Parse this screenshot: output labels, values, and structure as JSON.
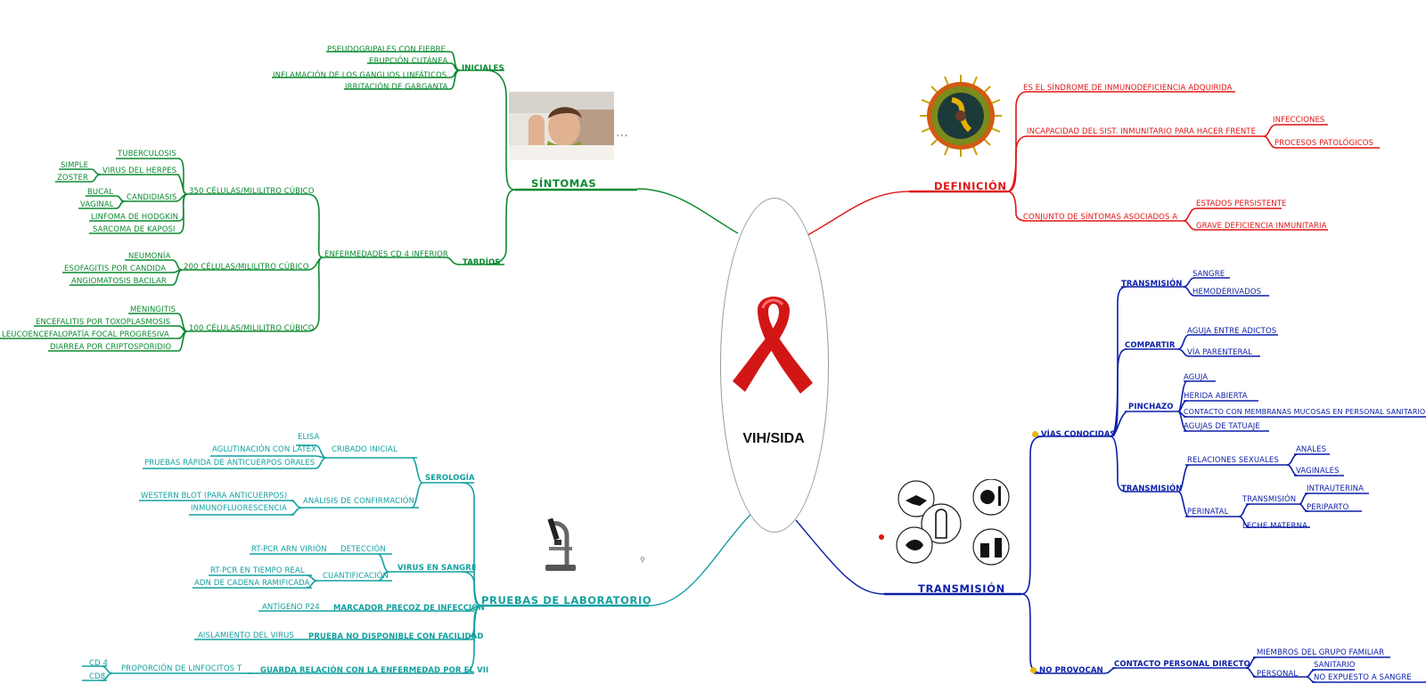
{
  "center": {
    "title": "VIH/SIDA"
  },
  "colors": {
    "sintomas": "#0b8a30",
    "definicion": "#e11414",
    "transmision": "#0b1ea8",
    "pruebas": "#13a0a0"
  },
  "icons": [
    "aids-ribbon-icon",
    "sick-person-photo",
    "virus-icon",
    "transmission-icons",
    "microscope-icon"
  ],
  "sintomas": {
    "title": "SÍNTOMAS",
    "iniciales": {
      "label": "INICIALES",
      "items": [
        "PSEUDOGRIPALES CON FIEBRE",
        "ERUPCIÓN CUTÁNEA",
        "INFLAMACIÓN DE LOS GANGLIOS LINFÁTICOS",
        "IRRITACIÓN DE GARGANTA"
      ]
    },
    "tardios": {
      "label": "TARDÍOS",
      "cd4": "ENFERMEDADES CD 4 INFERIOR",
      "c350": {
        "label": "350 CÉLULAS/MILILITRO CÚBICO",
        "tb": "TUBERCULOSIS",
        "herpes": "VIRUS DEL HERPES",
        "simple": "SIMPLE",
        "zoster": "ZOSTER",
        "candid": "CANDIDIASIS",
        "bucal": "BUCAL",
        "vaginal": "VAGINAL",
        "linfoma": "LINFOMA DE HODGKIN",
        "kaposi": "SARCOMA DE KAPOSI"
      },
      "c200": {
        "label": "200 CÉLULAS/MILILITRO CÚBICO",
        "items": [
          "NEUMONÍA",
          "ESOFAGITIS POR CANDIDA",
          "ANGIOMATOSIS BACILAR"
        ]
      },
      "c100": {
        "label": "100 CÉLULAS/MILILITRO CÚBICO",
        "items": [
          "MENINGITIS",
          "ENCEFALITIS POR TOXOPLASMOSIS",
          "LEUCOENCEFALOPATÍA FOCAL PROGRESIVA",
          "DIARREA POR CRIPTOSPORIDIO"
        ]
      }
    }
  },
  "definicion": {
    "title": "DEFINICIÓN",
    "d1": "ES EL SÍNDROME DE INMUNODEFICIENCIA ADQUIRIDA",
    "d2": "INCAPACIDAD DEL SIST. INMUNITARIO PARA HACER FRENTE",
    "d2a": "INFECCIONES",
    "d2b": "PROCESOS PATOLÓGICOS",
    "d3": "CONJUNTO DE SÍNTOMAS ASOCIADOS A",
    "d3a": "ESTADOS PERSISTENTE",
    "d3b": "GRAVE DEFICIENCIA INMUNITARIA"
  },
  "transmision": {
    "title": "TRANSMISIÓN",
    "vias": "VÍAS CONOCIDAS",
    "t1": "TRANSMISIÓN",
    "sangre": "SANGRE",
    "hemo": "HEMODERIVADOS",
    "compartir": "COMPARTIR",
    "aguja_adictos": "AGUJA ENTRE ADICTOS",
    "parenteral": "VÍA PARENTERAL",
    "pinchazo": "PINCHAZO",
    "aguja": "AGUJA",
    "herida": "HERIDA ABIERTA",
    "contacto_mem": "CONTACTO CON MEMBRANAS MUCOSAS EN PERSONAL SANITARIO",
    "tatuaje": "AGUJAS DE TATUAJE",
    "t2": "TRANSMISIÓN",
    "relaciones": "RELACIONES SEXUALES",
    "anales": "ANALES",
    "vaginales": "VAGINALES",
    "perinatal": "PERINATAL",
    "t3": "TRANSMISIÓN",
    "intrauterina": "INTRAUTERINA",
    "periparto": "PERIPARTO",
    "leche": "LECHE MATERNA",
    "no": "NO PROVOCAN",
    "contacto_personal": "CONTACTO PERSONAL DIRECTO",
    "miembros": "MIEMBROS DEL GRUPO FAMILIAR",
    "personal": "PERSONAL",
    "sanitario": "SANITARIO",
    "no_expuesto": "NO EXPUESTO A SANGRE"
  },
  "pruebas": {
    "title": "PRUEBAS DE LABORATORIO",
    "serologia": "SEROLOGÍA",
    "cribado": "CRIBADO INICIAL",
    "elisa": "ELISA",
    "latex": "AGLUTINACIÓN CON LÁTEX",
    "rapida": "PRUEBAS RÁPIDA DE ANTICUERPOS ORALES",
    "confirm": "ANÁLISIS DE CONFIRMACIÓN",
    "western": "WESTERN BLOT (PARA ANTICUERPOS)",
    "inmuno": "INMUNOFLUORESCENCIA",
    "virus": "VIRUS EN SANGRE",
    "deteccion": "DETECCIÓN",
    "rtpcr1": "RT-PCR ARN VIRIÓN",
    "cuant": "CUANTIFICACIÓN",
    "rtpcr2": "RT-PCR EN TIEMPO REAL",
    "adn": "ADN DE CADENA RAMIFICADA",
    "marcador": "MARCADOR PRECOZ DE INFECCIÓN",
    "p24": "ANTÍGENO P24",
    "nodisp": "PRUEBA NO DISPONIBLE CON FACILIDAD",
    "aislamiento": "AISLAMIENTO DEL VIRUS",
    "guarda": "GUARDA RELACIÓN CON LA ENFERMEDAD POR EL VII",
    "proporcion": "PROPORCIÓN DE LINFOCITOS T",
    "cd4": "CD 4",
    "cd8": "CD8"
  }
}
